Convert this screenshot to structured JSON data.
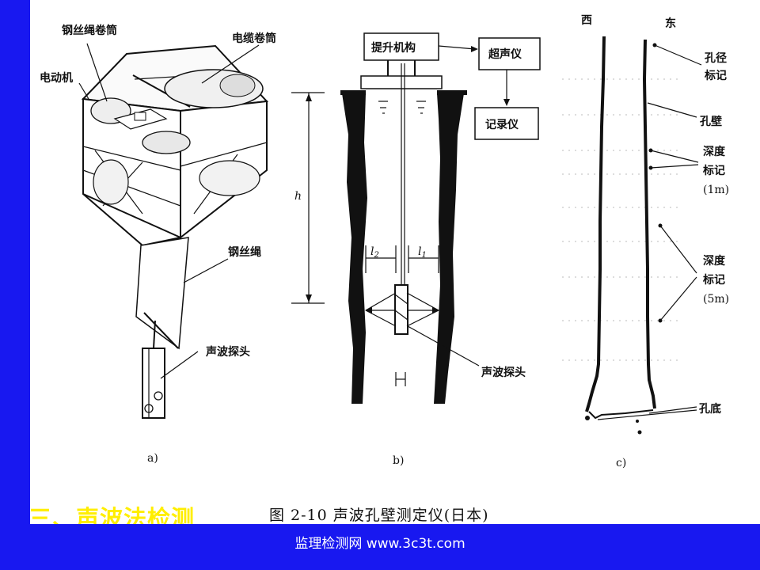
{
  "footer": {
    "text": "监理检测网 www.3c3t.com"
  },
  "section_title": "三、声波法检测",
  "figure_caption": "图 2-10   声波孔壁测定仪(日本)",
  "panel_a": {
    "label": "a)",
    "labels": {
      "wire_drum": "钢丝绳卷筒",
      "cable_drum": "电缆卷筒",
      "motor": "电动机",
      "wire_rope": "钢丝绳",
      "probe": "声波探头"
    }
  },
  "panel_b": {
    "label": "b)",
    "labels": {
      "lift": "提升机构",
      "ultrasonic": "超声仪",
      "recorder": "记录仪",
      "h": "h",
      "l1": "l",
      "l1_sub": "1",
      "l2": "l",
      "l2_sub": "2",
      "probe": "声波探头"
    }
  },
  "panel_c": {
    "label": "c)",
    "labels": {
      "west": "西",
      "east": "东",
      "hole_dia_1": "孔径",
      "hole_dia_2": "标记",
      "hole_wall": "孔壁",
      "depth1_1": "深度",
      "depth1_2": "标记",
      "depth1_3": "(1m)",
      "depth5_1": "深度",
      "depth5_2": "标记",
      "depth5_3": "(5m)",
      "hole_bottom": "孔底"
    }
  }
}
